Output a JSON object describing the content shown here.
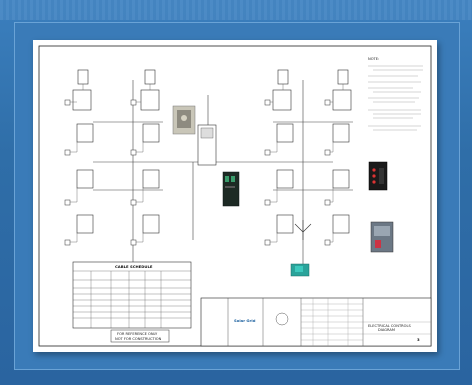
{
  "drawing": {
    "schedule_title": "CABLE SCHEDULE",
    "disclaimer_line1": "FOR REFERENCE ONLY",
    "disclaimer_line2": "NOT FOR CONSTRUCTION",
    "notes_heading": "NOTE:",
    "logo_text": "Solar Grid",
    "title_block_line1": "ELECTRICAL CONTROLS",
    "title_block_line2": "DIAGRAM",
    "sheet_number": "3"
  },
  "colors": {
    "background": "#2f6ea8",
    "sheet": "#ffffff",
    "line": "#333333",
    "device_green": "#2aa39a",
    "device_dark": "#1d2a24"
  }
}
